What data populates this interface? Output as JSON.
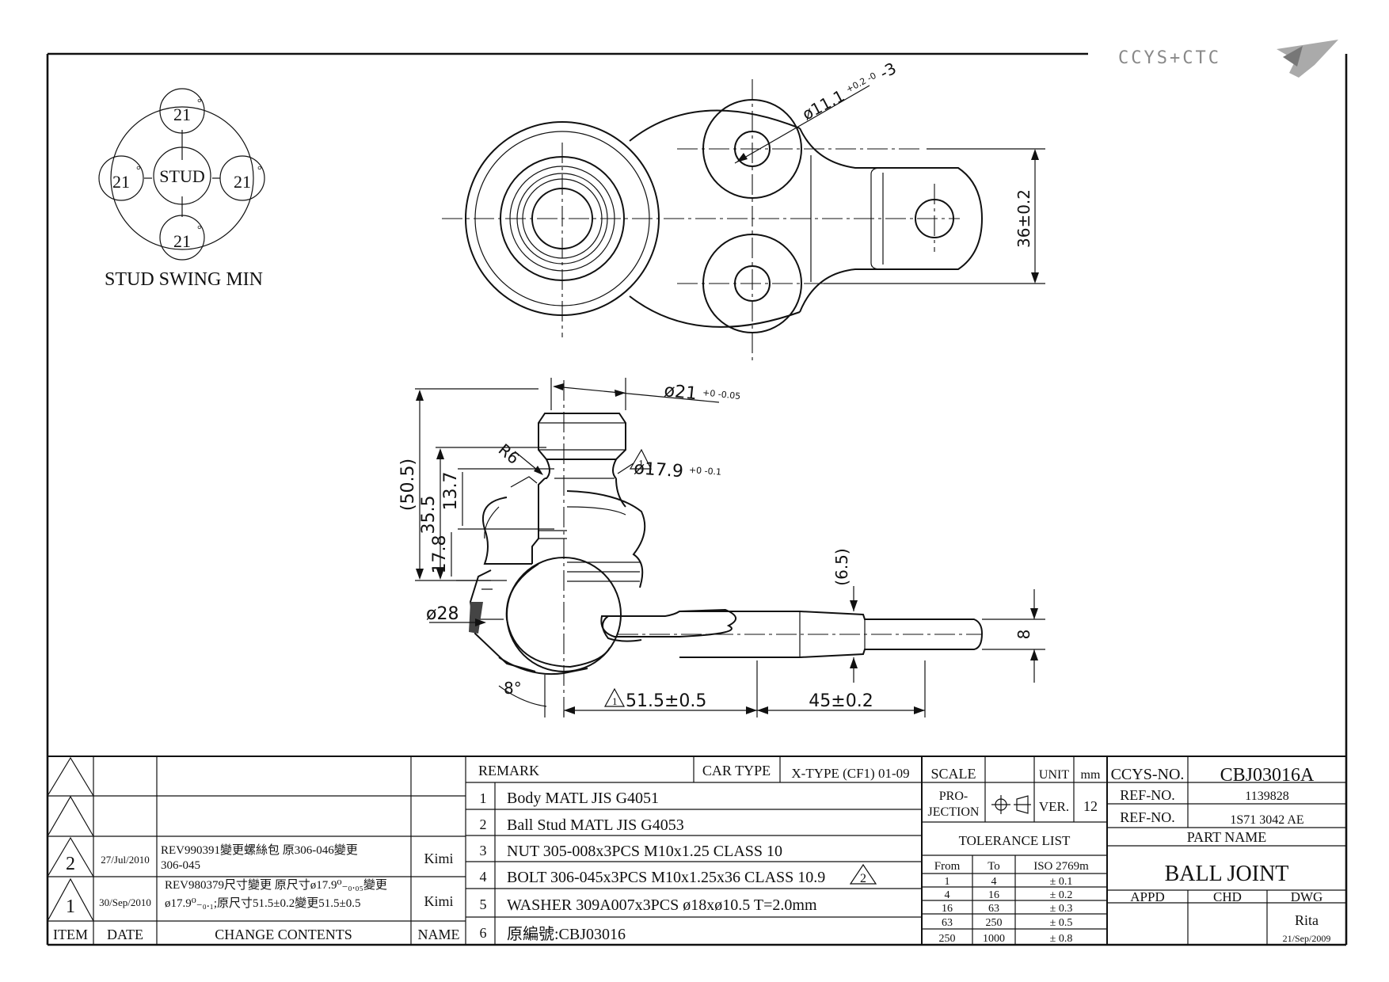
{
  "logo": {
    "text": "CCYS+CTC"
  },
  "swing": {
    "title": "STUD SWING MIN",
    "center_label": "STUD",
    "value": "21",
    "unit": "°"
  },
  "dimensions": {
    "hole_dia": "ø11.1",
    "hole_tol": "+0.2 -0",
    "hole_count": "-3",
    "pitch": "36±0.2",
    "top_dia": "ø21",
    "top_dia_tol": "+0 -0.05",
    "radius": "R6",
    "neck_dia": "ø17.9",
    "neck_tol": "+0 -0.1",
    "neck_rev": "1",
    "overall": "(50.5)",
    "h1": "35.5",
    "h2": "13.7",
    "h3": "17.8",
    "ball_dia": "ø28",
    "angle": "8°",
    "len1": "51.5±0.5",
    "len1_rev": "1",
    "len2": "45±0.2",
    "thk_ref": "(6.5)",
    "thk": "8"
  },
  "revisions": {
    "rows": [
      {
        "item": "",
        "date": "",
        "contents": "",
        "name": ""
      },
      {
        "item": "",
        "date": "",
        "contents": "",
        "name": ""
      },
      {
        "item": "2",
        "date": "27/Jul/2010",
        "contents_l1": "REV990391變更螺絲包 原306-046變更",
        "contents_l2": "306-045",
        "name": "Kimi"
      },
      {
        "item": "1",
        "date": "30/Sep/2010",
        "contents_l1": "REV980379尺寸變更 原尺寸ø17.9⁰₋₀.₀₅變更",
        "contents_l2": "ø17.9⁰₋₀.₁;原尺寸51.5±0.2變更51.5±0.5",
        "name": "Kimi"
      }
    ],
    "headers": {
      "item": "ITEM",
      "date": "DATE",
      "contents": "CHANGE CONTENTS",
      "name": "NAME"
    }
  },
  "remarks": {
    "header": "REMARK",
    "car_type_label": "CAR TYPE",
    "car_type_value": "X-TYPE (CF1) 01-09",
    "rows": [
      {
        "no": "1",
        "text": "Body MATL JIS G4051"
      },
      {
        "no": "2",
        "text": "Ball Stud MATL JIS G4053"
      },
      {
        "no": "3",
        "text": "NUT 305-008x3PCS M10x1.25 CLASS 10"
      },
      {
        "no": "4",
        "text": "BOLT 306-045x3PCS M10x1.25x36 CLASS 10.9",
        "rev": "2"
      },
      {
        "no": "5",
        "text": "WASHER 309A007x3PCS ø18xø10.5 T=2.0mm"
      },
      {
        "no": "6",
        "text": "原編號:CBJ03016"
      }
    ]
  },
  "info": {
    "scale_label": "SCALE",
    "scale_value": "",
    "unit_label": "UNIT",
    "unit_value": "mm",
    "projection_l1": "PRO-",
    "projection_l2": "JECTION",
    "ver_label": "VER.",
    "ver_value": "12",
    "tolerance_title": "TOLERANCE LIST",
    "tol_headers": {
      "from": "From",
      "to": "To",
      "iso": "ISO 2769m"
    },
    "tolerances": [
      {
        "from": "1",
        "to": "4",
        "tol": "± 0.1"
      },
      {
        "from": "4",
        "to": "16",
        "tol": "± 0.2"
      },
      {
        "from": "16",
        "to": "63",
        "tol": "± 0.3"
      },
      {
        "from": "63",
        "to": "250",
        "tol": "± 0.5"
      },
      {
        "from": "250",
        "to": "1000",
        "tol": "± 0.8"
      }
    ]
  },
  "title_block": {
    "ccys_label": "CCYS-NO.",
    "ccys_value": "CBJ03016A",
    "ref1_label": "REF-NO.",
    "ref1_value": "1139828",
    "ref2_label": "REF-NO.",
    "ref2_value": "1S71 3042 AE",
    "part_name_label": "PART NAME",
    "part_name": "BALL JOINT",
    "appd": "APPD",
    "chd": "CHD",
    "dwg": "DWG",
    "dwg_name": "Rita",
    "dwg_date": "21/Sep/2009"
  }
}
